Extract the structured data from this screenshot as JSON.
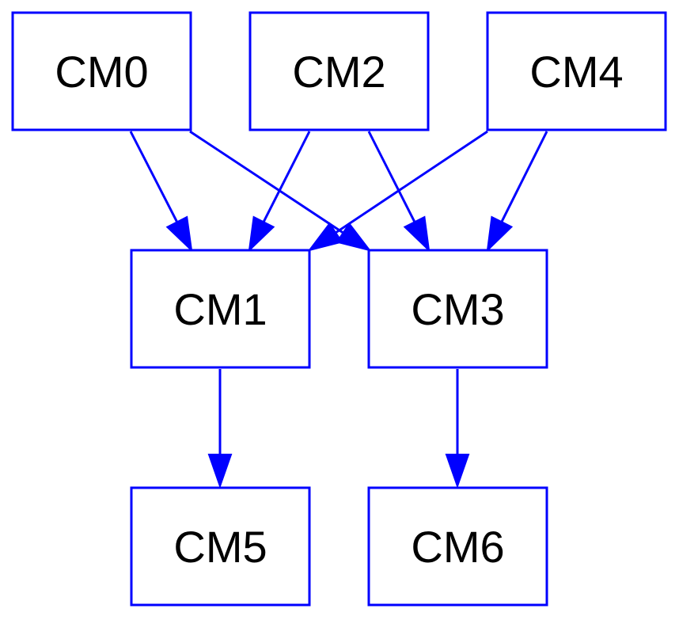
{
  "colors": {
    "stroke": "#0000ff",
    "text": "#000000",
    "background": "#ffffff"
  },
  "nodes": [
    {
      "id": "CM0",
      "label": "CM0"
    },
    {
      "id": "CM2",
      "label": "CM2"
    },
    {
      "id": "CM4",
      "label": "CM4"
    },
    {
      "id": "CM1",
      "label": "CM1"
    },
    {
      "id": "CM3",
      "label": "CM3"
    },
    {
      "id": "CM5",
      "label": "CM5"
    },
    {
      "id": "CM6",
      "label": "CM6"
    }
  ],
  "edges": [
    {
      "from": "CM0",
      "to": "CM1"
    },
    {
      "from": "CM0",
      "to": "CM3"
    },
    {
      "from": "CM2",
      "to": "CM1"
    },
    {
      "from": "CM2",
      "to": "CM3"
    },
    {
      "from": "CM4",
      "to": "CM1"
    },
    {
      "from": "CM4",
      "to": "CM3"
    },
    {
      "from": "CM1",
      "to": "CM5"
    },
    {
      "from": "CM3",
      "to": "CM6"
    }
  ]
}
